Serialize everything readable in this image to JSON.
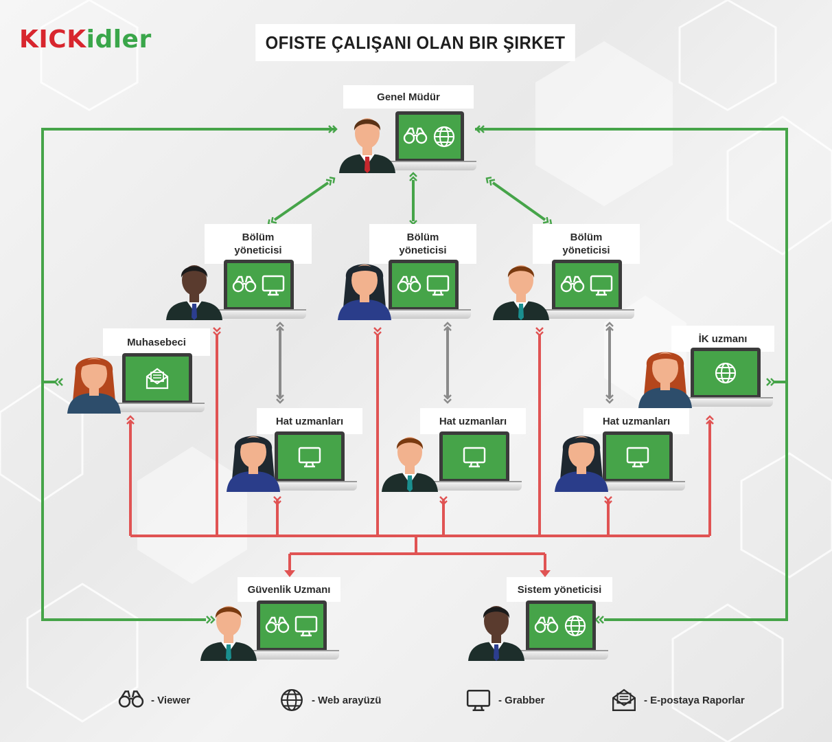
{
  "logo": {
    "part_red": "KICK",
    "part_green": "idler"
  },
  "title": "OFISTE ÇALIŞANI OLAN BIR ŞIRKET",
  "colors": {
    "green": "#46a449",
    "red": "#e05353",
    "gray": "#8a8a8a",
    "screen": "#46a449"
  },
  "nodes": [
    {
      "id": "ceo",
      "label": "Genel Müdür",
      "icons": [
        "binoculars-icon",
        "globe-icon"
      ],
      "avatar": "man-red-tie"
    },
    {
      "id": "mgr1",
      "label": "Bölüm\nyöneticisi",
      "icons": [
        "binoculars-icon",
        "monitor-icon"
      ],
      "avatar": "man-dark-skin"
    },
    {
      "id": "mgr2",
      "label": "Bölüm\nyöneticisi",
      "icons": [
        "binoculars-icon",
        "monitor-icon"
      ],
      "avatar": "woman-dark-hair"
    },
    {
      "id": "mgr3",
      "label": "Bölüm\nyöneticisi",
      "icons": [
        "binoculars-icon",
        "monitor-icon"
      ],
      "avatar": "man-brown-hair"
    },
    {
      "id": "accountant",
      "label": "Muhasebeci",
      "icons": [
        "envelope-icon"
      ],
      "avatar": "woman-red-hair"
    },
    {
      "id": "hr",
      "label": "İK uzmanı",
      "icons": [
        "globe-icon"
      ],
      "avatar": "woman-red-hair"
    },
    {
      "id": "line1",
      "label": "Hat uzmanları",
      "icons": [
        "monitor-icon"
      ],
      "avatar": "woman-dark-hair"
    },
    {
      "id": "line2",
      "label": "Hat uzmanları",
      "icons": [
        "monitor-icon"
      ],
      "avatar": "man-brown-hair"
    },
    {
      "id": "line3",
      "label": "Hat uzmanları",
      "icons": [
        "monitor-icon"
      ],
      "avatar": "woman-dark-hair"
    },
    {
      "id": "security",
      "label": "Güvenlik Uzmanı",
      "icons": [
        "binoculars-icon",
        "monitor-icon"
      ],
      "avatar": "man-brown-hair"
    },
    {
      "id": "sysadmin",
      "label": "Sistem yöneticisi",
      "icons": [
        "binoculars-icon",
        "globe-icon"
      ],
      "avatar": "man-dark-skin"
    }
  ],
  "legend": [
    {
      "icon": "binoculars-icon",
      "text": "- Viewer"
    },
    {
      "icon": "globe-icon",
      "text": "- Web arayüzü"
    },
    {
      "icon": "monitor-icon",
      "text": "- Grabber"
    },
    {
      "icon": "envelope-icon",
      "text": "- E-postaya Raporlar"
    }
  ]
}
